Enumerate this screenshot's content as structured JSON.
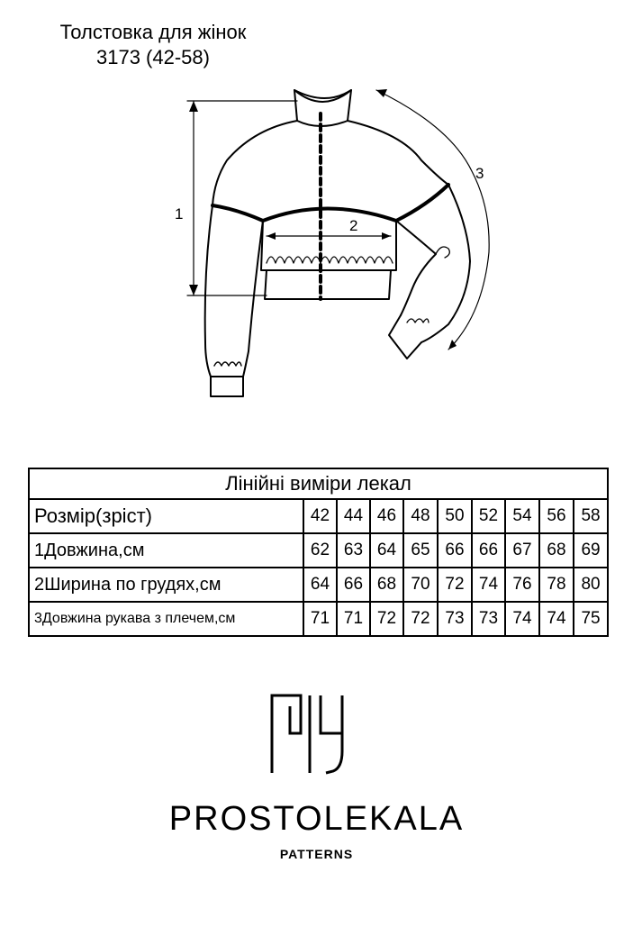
{
  "title": {
    "line1": "Толстовка для жінок",
    "line2": "3173 (42-58)"
  },
  "sketch": {
    "label_length": "1",
    "label_chest": "2",
    "label_sleeve": "3"
  },
  "table": {
    "caption": "Лінійні виміри лекал",
    "header_label": "Розмір(зріст)",
    "sizes": [
      "42",
      "44",
      "46",
      "48",
      "50",
      "52",
      "54",
      "56",
      "58"
    ],
    "rows": [
      {
        "label": "1Довжина,см",
        "values": [
          "62",
          "63",
          "64",
          "65",
          "66",
          "66",
          "67",
          "68",
          "69"
        ]
      },
      {
        "label": "2Ширина по грудях,см",
        "values": [
          "64",
          "66",
          "68",
          "70",
          "72",
          "74",
          "76",
          "78",
          "80"
        ]
      },
      {
        "label": "3Довжина рукава з плечем,см",
        "values": [
          "71",
          "71",
          "72",
          "72",
          "73",
          "73",
          "74",
          "74",
          "75"
        ]
      }
    ]
  },
  "brand": {
    "name": "PROSTOLEKALA",
    "sub": "PATTERNS"
  }
}
